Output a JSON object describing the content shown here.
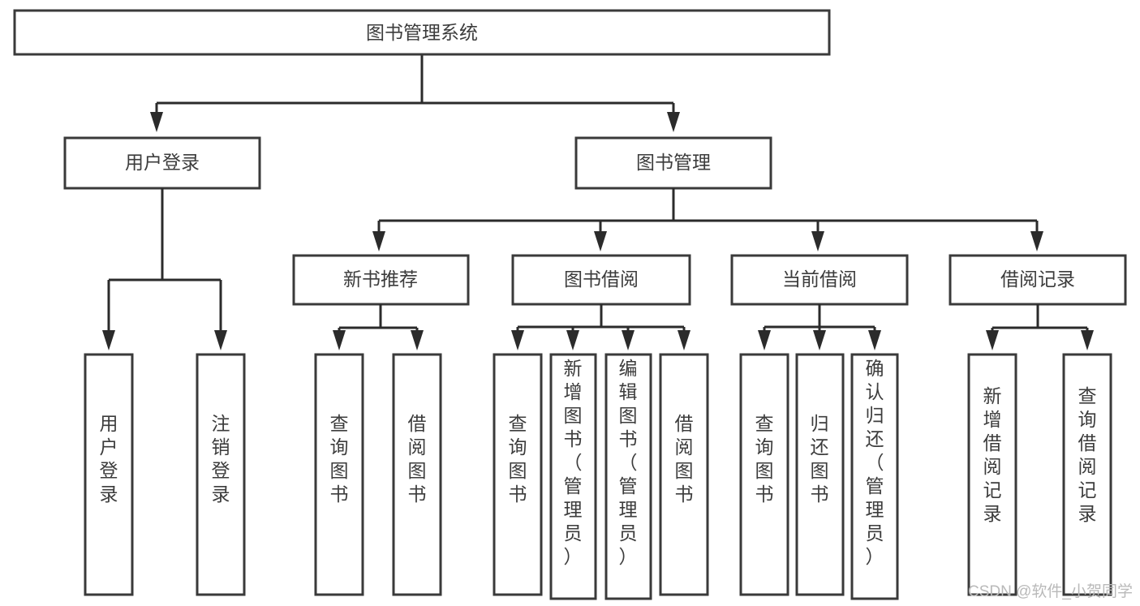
{
  "diagram": {
    "title": "图书管理系统",
    "type": "tree",
    "orientation": "top-down",
    "colors": {
      "box_fill": "#ffffff",
      "box_stroke": "#3a3a3a",
      "connector": "#2b2b2b",
      "text": "#3c3c3c",
      "watermark": "#b9b9b9",
      "background": "#ffffff"
    },
    "root": {
      "label": "图书管理系统"
    },
    "level2": [
      {
        "label": "用户登录"
      },
      {
        "label": "图书管理"
      }
    ],
    "level3": [
      {
        "label": "新书推荐"
      },
      {
        "label": "图书借阅"
      },
      {
        "label": "当前借阅"
      },
      {
        "label": "借阅记录"
      }
    ],
    "leaves": {
      "user_login": [
        {
          "label": "用户登录"
        },
        {
          "label": "注销登录"
        }
      ],
      "new_book_recommend": [
        {
          "label": "查询图书"
        },
        {
          "label": "借阅图书"
        }
      ],
      "book_borrow": [
        {
          "label": "查询图书"
        },
        {
          "label": "新增图书（管理员）"
        },
        {
          "label": "编辑图书（管理员）"
        },
        {
          "label": "借阅图书"
        }
      ],
      "current_borrow": [
        {
          "label": "查询图书"
        },
        {
          "label": "归还图书"
        },
        {
          "label": "确认归还（管理员）"
        }
      ],
      "borrow_record": [
        {
          "label": "新增借阅记录"
        },
        {
          "label": "查询借阅记录"
        }
      ]
    },
    "watermark": "CSDN @软件_小贺同学"
  }
}
